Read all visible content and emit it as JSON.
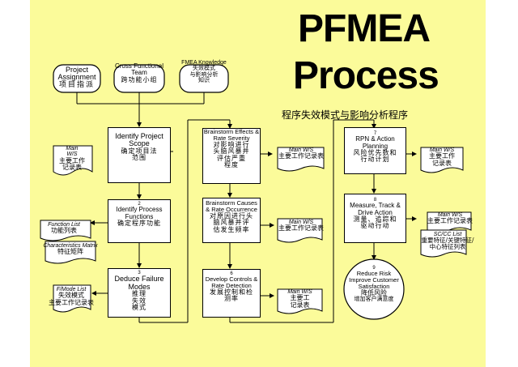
{
  "title": {
    "line1": "PFMEA",
    "line2": "Process",
    "subtitle_cn": "程序失效模式与影响分析程序"
  },
  "inputs": [
    {
      "en": "Project Assignment",
      "cn": "项目指派"
    },
    {
      "en": "Cross Functional Team",
      "cn": "跨功能小组"
    },
    {
      "en": "FMEA Knowledge",
      "cn1": "失效模式",
      "cn2": "与影响分析",
      "cn3": "知识"
    }
  ],
  "steps": [
    {
      "num": "",
      "en": "Identify Project Scope",
      "cn1": "确定项目法",
      "cn2": "范围"
    },
    {
      "num": "2",
      "en": "Identify Process Functions",
      "cn": "确定程序功能"
    },
    {
      "num": "3",
      "en": "Deduce Failure Modes",
      "cn1": "推理",
      "cn2": "失效",
      "cn3": "模式"
    },
    {
      "num": "",
      "en": "Brainstorm Effects & Rate Severity",
      "cn1": "对影响进行",
      "cn2": "头脑风暴并",
      "cn3": "评估严重",
      "cn4": "程度"
    },
    {
      "num": "",
      "en": "Brainstorm Causes & Rate Occurrence",
      "cn1": "对原因进行头",
      "cn2": "脑风暴并评",
      "cn3": "估发生频率"
    },
    {
      "num": "6",
      "en": "Develop Controls & Rate Detection",
      "cn1": "发展控制和检",
      "cn2": "测率"
    },
    {
      "num": "7",
      "en": "RPN & Action Planning",
      "cn1": "风险优先数和",
      "cn2": "行动计划"
    },
    {
      "num": "8",
      "en": "Measure, Track & Drive Action",
      "cn1": "测量、追踪和",
      "cn2": "驱动行动"
    },
    {
      "num": "9",
      "en": "Reduce Risk Improve Customer Satisfaction",
      "cn1": "降低风险",
      "cn2": "增加客户满意度"
    }
  ],
  "documents": [
    {
      "en": "Main W/S",
      "cn1": "主要工作",
      "cn2": "记录表"
    },
    {
      "en": "Function List",
      "cn": "功能列表"
    },
    {
      "en": "Characteristics Matrix",
      "cn": "特征矩阵"
    },
    {
      "en": "F/Mode List",
      "cn1": "失效模式",
      "cn2": "主要工作记录表"
    },
    {
      "en": "Main W/S",
      "cn": "主要工作记录表"
    },
    {
      "en": "Main W/S",
      "cn": "主要工作记录表"
    },
    {
      "en": "Main W/S",
      "cn1": "主要工",
      "cn2": "记录表"
    },
    {
      "en": "Main W/S",
      "cn1": "主要工作",
      "cn2": "记录表"
    },
    {
      "en": "Main W/S",
      "cn": "主要工作记录表"
    },
    {
      "en": "SC/CC List",
      "cn1": "重要特征/关键特征/",
      "cn2": "中心特征列表"
    }
  ]
}
